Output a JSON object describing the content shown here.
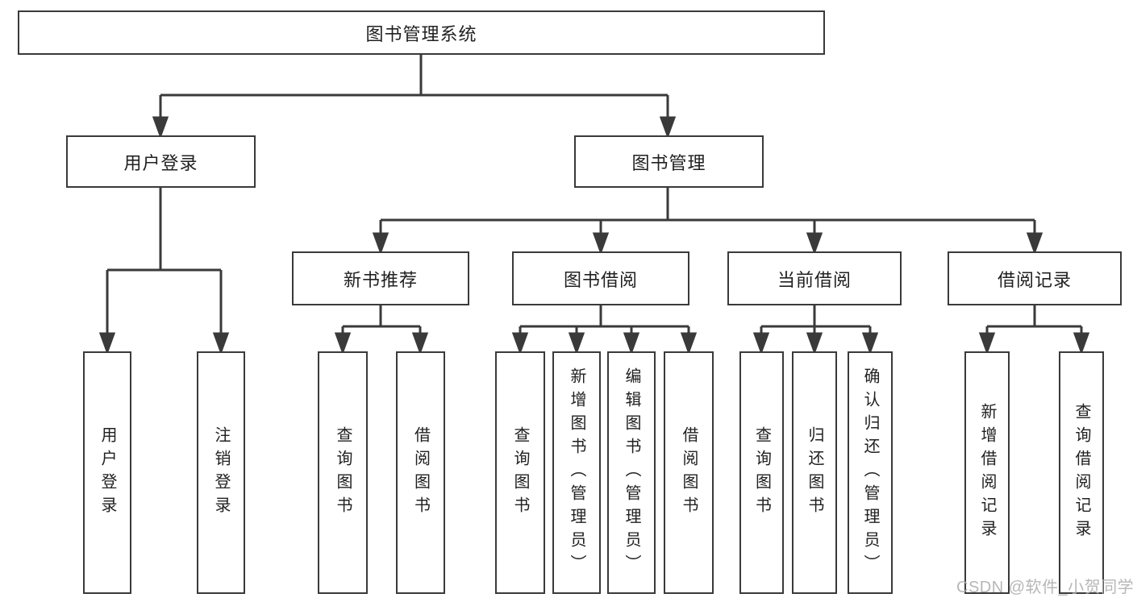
{
  "diagram": {
    "title_node": "图书管理系统",
    "level2": {
      "user_login": "用户登录",
      "book_management": "图书管理"
    },
    "level3": {
      "new_book_recommend": "新书推荐",
      "book_borrow": "图书借阅",
      "current_borrow": "当前借阅",
      "borrow_records": "借阅记录"
    },
    "leaves": {
      "user_login": "用户登录",
      "logout": "注销登录",
      "query_books_recommend": "查询图书",
      "borrow_books_recommend": "借阅图书",
      "query_books_borrow": "查询图书",
      "add_book_admin": "新增图书（管理员）",
      "edit_book_admin": "编辑图书（管理员）",
      "borrow_books_borrow": "借阅图书",
      "query_books_current": "查询图书",
      "return_books": "归还图书",
      "confirm_return_admin": "确认归还（管理员）",
      "add_borrow_record": "新增借阅记录",
      "query_borrow_record": "查询借阅记录"
    }
  },
  "watermark": "CSDN @软件_小贺同学",
  "colors": {
    "line": "#3a3a3a",
    "text": "#212121",
    "background": "#ffffff",
    "watermark": "#afafaf"
  }
}
